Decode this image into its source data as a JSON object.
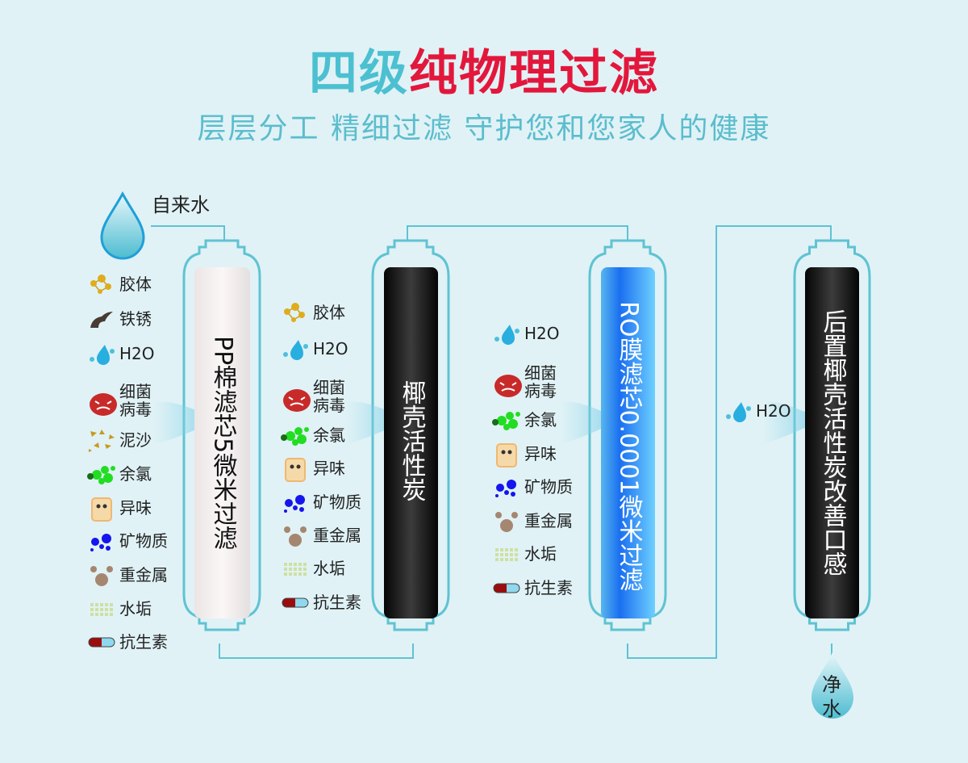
{
  "title": {
    "part1": "四级",
    "part2": "纯物理过滤"
  },
  "subtitle": "层层分工 精细过滤 守护您和您家人的健康",
  "source_label": "自来水",
  "output_label_1": "净",
  "output_label_2": "水",
  "colors": {
    "accent_teal": "#4cc0d1",
    "accent_red": "#e3173c",
    "pipe": "#5fc3d2",
    "background": "#e0f2f6"
  },
  "filters": [
    {
      "label": "PP棉滤芯5微米过滤",
      "color": "white"
    },
    {
      "label": "椰壳活性炭",
      "color": "black"
    },
    {
      "label": "RO膜滤芯0.0001微米过滤",
      "color": "blue"
    },
    {
      "label": "后置椰壳活性炭改善口感",
      "color": "black"
    }
  ],
  "stage_lists": [
    [
      {
        "icon": "colloid-icon",
        "label": "胶体"
      },
      {
        "icon": "rust-icon",
        "label": "铁锈"
      },
      {
        "icon": "water-drop-icon",
        "label": "H2O"
      },
      {
        "icon": "bacteria-icon",
        "label": "细菌病毒"
      },
      {
        "icon": "sediment-icon",
        "label": "泥沙"
      },
      {
        "icon": "chlorine-icon",
        "label": "余氯"
      },
      {
        "icon": "odor-icon",
        "label": "异味"
      },
      {
        "icon": "mineral-icon",
        "label": "矿物质"
      },
      {
        "icon": "heavy-metal-icon",
        "label": "重金属"
      },
      {
        "icon": "scale-icon",
        "label": "水垢"
      },
      {
        "icon": "antibiotic-icon",
        "label": "抗生素"
      }
    ],
    [
      {
        "icon": "colloid-icon",
        "label": "胶体"
      },
      {
        "icon": "water-drop-icon",
        "label": "H2O"
      },
      {
        "icon": "bacteria-icon",
        "label": "细菌病毒"
      },
      {
        "icon": "chlorine-icon",
        "label": "余氯"
      },
      {
        "icon": "odor-icon",
        "label": "异味"
      },
      {
        "icon": "mineral-icon",
        "label": "矿物质"
      },
      {
        "icon": "heavy-metal-icon",
        "label": "重金属"
      },
      {
        "icon": "scale-icon",
        "label": "水垢"
      },
      {
        "icon": "antibiotic-icon",
        "label": "抗生素"
      }
    ],
    [
      {
        "icon": "water-drop-icon",
        "label": "H2O"
      },
      {
        "icon": "bacteria-icon",
        "label": "细菌病毒"
      },
      {
        "icon": "chlorine-icon",
        "label": "余氯"
      },
      {
        "icon": "odor-icon",
        "label": "异味"
      },
      {
        "icon": "mineral-icon",
        "label": "矿物质"
      },
      {
        "icon": "heavy-metal-icon",
        "label": "重金属"
      },
      {
        "icon": "scale-icon",
        "label": "水垢"
      },
      {
        "icon": "antibiotic-icon",
        "label": "抗生素"
      }
    ],
    [
      {
        "icon": "water-drop-icon",
        "label": "H2O"
      }
    ]
  ]
}
